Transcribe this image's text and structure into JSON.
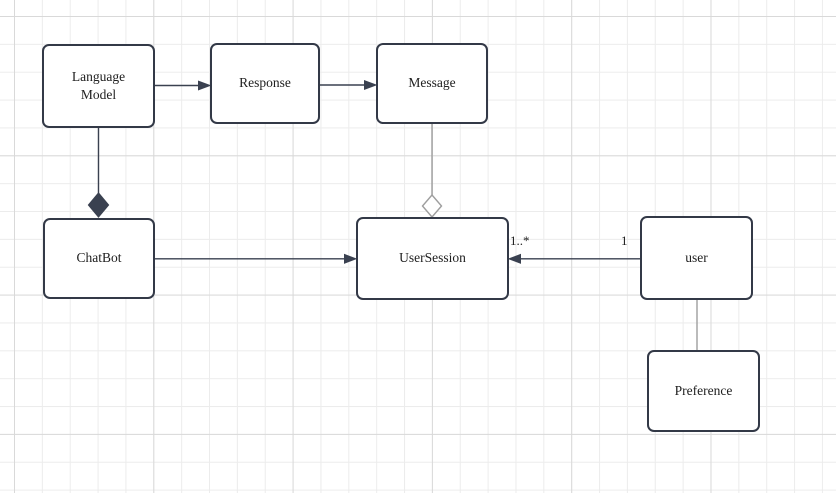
{
  "colors": {
    "canvas_bg": "#ffffff",
    "grid_minor": "#ececec",
    "grid_major": "#d9d9d9",
    "node_fill": "#ffffff",
    "node_border": "#333947",
    "edge_dark": "#3a4150",
    "edge_gray": "#9e9e9e",
    "text": "#202020"
  },
  "nodes": {
    "language_model": {
      "label": "Language Model"
    },
    "response": {
      "label": "Response"
    },
    "message": {
      "label": "Message"
    },
    "chatbot": {
      "label": "ChatBot"
    },
    "user_session": {
      "label": "UserSession"
    },
    "user": {
      "label": "user"
    },
    "preference": {
      "label": "Preference"
    }
  },
  "edges": {
    "language_model_response": {
      "from": "Language Model",
      "to": "Response",
      "head": "filled-arrow"
    },
    "response_message": {
      "from": "Response",
      "to": "Message",
      "head": "filled-arrow"
    },
    "language_model_chatbot": {
      "from": "Language Model",
      "to": "ChatBot",
      "head": "filled-diamond",
      "relation": "composition"
    },
    "message_user_session": {
      "from": "Message",
      "to": "UserSession",
      "head": "hollow-diamond",
      "relation": "aggregation"
    },
    "chatbot_user_session": {
      "from": "ChatBot",
      "to": "UserSession",
      "head": "filled-arrow"
    },
    "user_user_session": {
      "from": "user",
      "to": "UserSession",
      "head": "filled-arrow",
      "source_multiplicity": "1",
      "target_multiplicity": "1..*"
    },
    "user_preference": {
      "from": "user",
      "to": "Preference",
      "head": "none"
    }
  }
}
